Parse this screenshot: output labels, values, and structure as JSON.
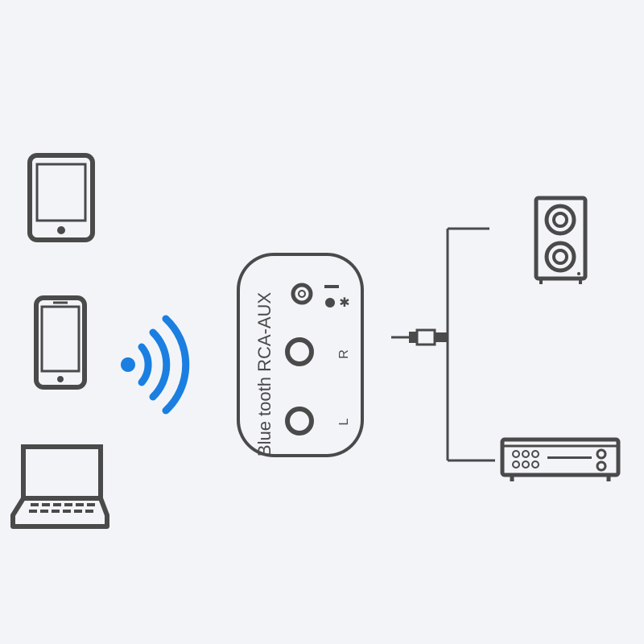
{
  "receiver": {
    "label": "Blue tooth RCA-AUX",
    "port_right": "R",
    "port_left": "L",
    "bluetooth_glyph": "✱"
  },
  "colors": {
    "background": "#f3f4f8",
    "icon_stroke": "#4a4a4a",
    "signal": "#1a7fe0"
  },
  "icons": {
    "sources": [
      "tablet-icon",
      "smartphone-icon",
      "laptop-icon"
    ],
    "signal": "wireless-signal-icon",
    "outputs": [
      "speaker-icon",
      "amplifier-icon"
    ],
    "connector": "aux-plug-icon"
  }
}
